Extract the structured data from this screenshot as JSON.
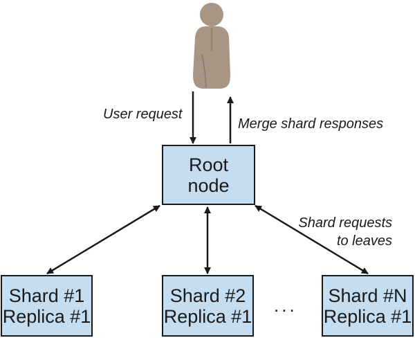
{
  "colors": {
    "node_fill": "#c4ddf0",
    "stroke": "#1a1a1a",
    "person_fill": "#a89584"
  },
  "icons": {
    "user": "person-icon"
  },
  "nodes": {
    "root": {
      "line1": "Root",
      "line2": "node"
    },
    "shard_1": {
      "line1": "Shard #1",
      "line2": "Replica #1"
    },
    "shard_2": {
      "line1": "Shard #2",
      "line2": "Replica #1"
    },
    "shard_n": {
      "line1": "Shard #N",
      "line2": "Replica #1"
    }
  },
  "labels": {
    "user_request": "User request",
    "merge": "Merge shard responses",
    "shard_requests_line1": "Shard requests",
    "shard_requests_line2": "to leaves",
    "ellipsis": "..."
  }
}
